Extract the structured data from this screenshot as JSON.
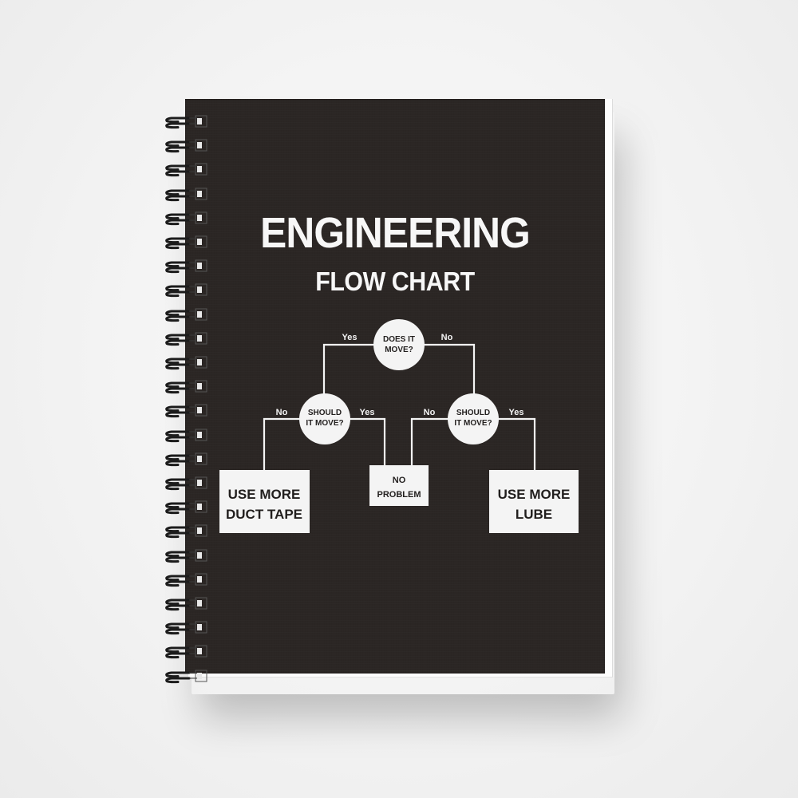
{
  "product": {
    "type": "spiral-notebook",
    "cover_color": "#2b2624",
    "ink_color": "#f4f4f4",
    "coil_count": 24
  },
  "title": {
    "main": "ENGINEERING",
    "sub": "FLOW CHART"
  },
  "flowchart": {
    "root": {
      "line1": "DOES IT",
      "line2": "MOVE?",
      "yes_label": "Yes",
      "no_label": "No"
    },
    "left_decision": {
      "line1": "SHOULD",
      "line2": "IT MOVE?",
      "no_label": "No",
      "yes_label": "Yes"
    },
    "right_decision": {
      "line1": "SHOULD",
      "line2": "IT MOVE?",
      "no_label": "No",
      "yes_label": "Yes"
    },
    "outcomes": {
      "duct_tape": {
        "line1": "USE MORE",
        "line2": "DUCT TAPE"
      },
      "no_problem": {
        "line1": "NO",
        "line2": "PROBLEM"
      },
      "lube": {
        "line1": "USE MORE",
        "line2": "LUBE"
      }
    }
  }
}
